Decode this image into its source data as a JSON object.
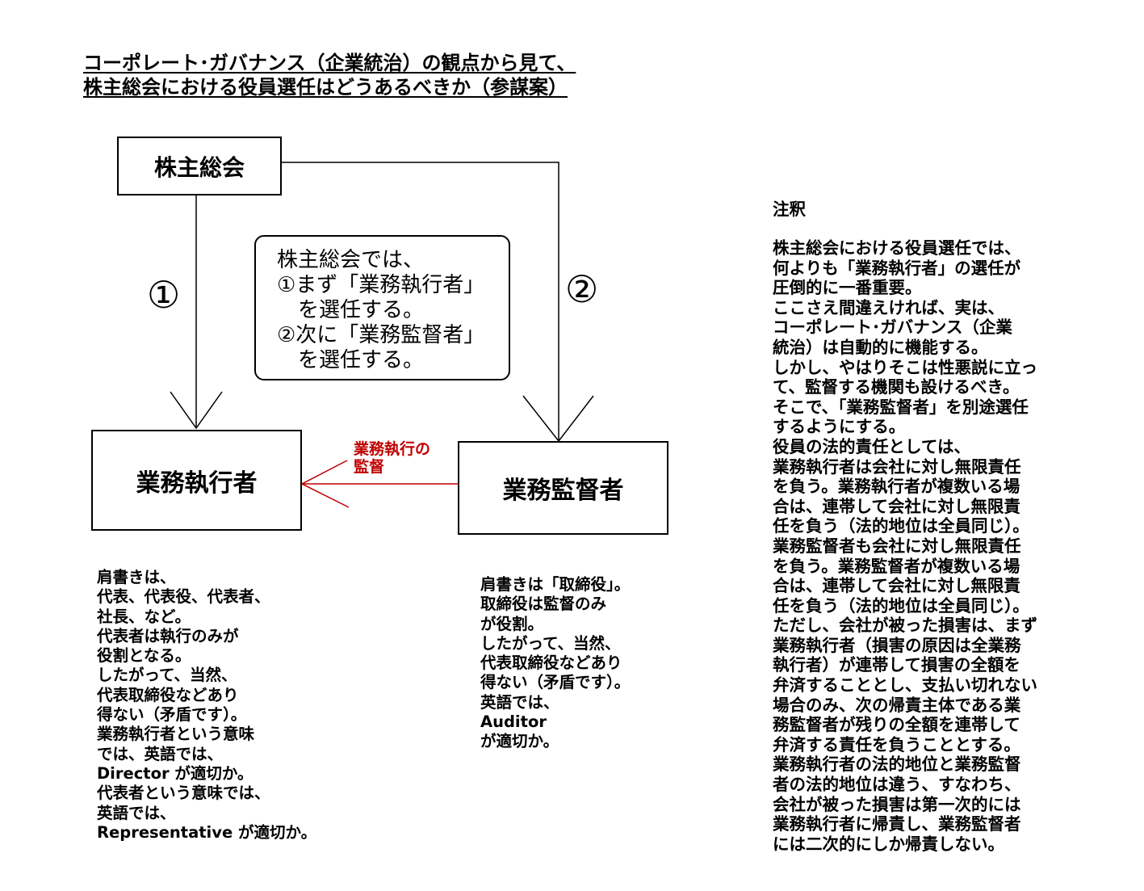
{
  "title": {
    "line1": "コーポレート･ガバナンス（企業統治）の観点から見て、",
    "line2": "株主総会における役員選任はどうあるべきか（参謀案）"
  },
  "boxes": {
    "shareholders": "株主総会",
    "executor": "業務執行者",
    "supervisor": "業務監督者"
  },
  "markers": {
    "one": "①",
    "two": "②"
  },
  "center_note": [
    "株主総会では、",
    "①まず「業務執行者」",
    "　を選任する。",
    "②次に「業務監督者」",
    "　を選任する。"
  ],
  "supervision_label": [
    "業務執行の",
    "監督"
  ],
  "colors": {
    "accent_red": "#c00000",
    "line": "#000000"
  },
  "executor_text": [
    "肩書きは、",
    "代表、代表役、代表者、",
    "社長、など。",
    "代表者は執行のみが",
    "役割となる。",
    "したがって、当然、",
    "代表取締役などあり",
    "得ない（矛盾です）。",
    "業務執行者という意味",
    "では、英語では、",
    "Director が適切か。",
    "代表者という意味では、",
    "英語では、",
    "Representative が適切か。"
  ],
  "supervisor_text": [
    "肩書きは「取締役」。",
    "取締役は監督のみ",
    "が役割。",
    "したがって、当然、",
    "代表取締役などあり",
    "得ない（矛盾です）。",
    "英語では、",
    "Auditor",
    "が適切か。"
  ],
  "notes": {
    "heading": "注釈",
    "lines": [
      "株主総会における役員選任では、",
      "何よりも「業務執行者」の選任が",
      "圧倒的に一番重要。",
      "ここさえ間違えければ、実は、",
      "コーポレート･ガバナンス（企業",
      "統治）は自動的に機能する。",
      "しかし、やはりそこは性悪説に立っ",
      "て、監督する機関も設けるべき。",
      "そこで、「業務監督者」を別途選任",
      "するようにする。",
      "役員の法的責任としては、",
      "業務執行者は会社に対し無限責任",
      "を負う。業務執行者が複数いる場",
      "合は、連帯して会社に対し無限責",
      "任を負う（法的地位は全員同じ）。",
      "業務監督者も会社に対し無限責任",
      "を負う。業務監督者が複数いる場",
      "合は、連帯して会社に対し無限責",
      "任を負う（法的地位は全員同じ）。",
      "ただし、会社が被った損害は、まず",
      "業務執行者（損害の原因は全業務",
      "執行者）が連帯して損害の全額を",
      "弁済することとし、支払い切れない",
      "場合のみ、次の帰責主体である業",
      "務監督者が残りの全額を連帯して",
      "弁済する責任を負うこととする。",
      "業務執行者の法的地位と業務監督",
      "者の法的地位は違う、すなわち、",
      "会社が被った損害は第一次的には",
      "業務執行者に帰責し、業務監督者",
      "には二次的にしか帰責しない。"
    ]
  }
}
